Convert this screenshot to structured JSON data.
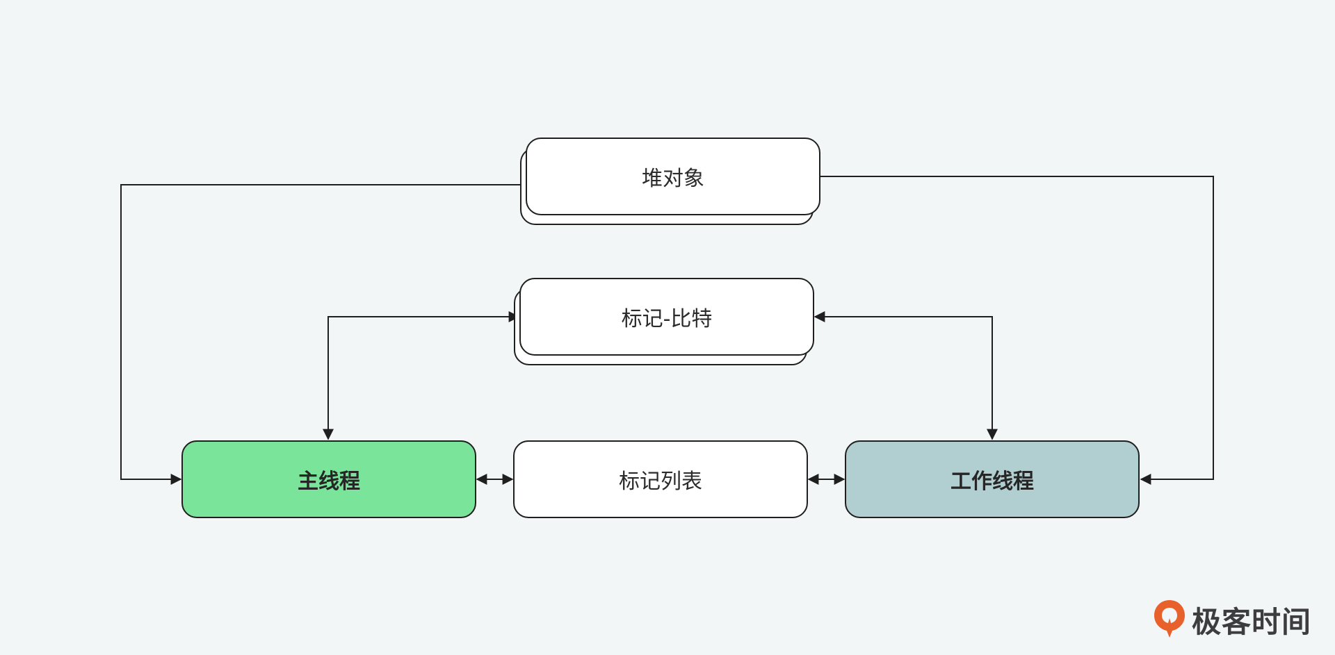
{
  "nodes": {
    "heap_objects": "堆对象",
    "mark_bits": "标记-比特",
    "main_thread": "主线程",
    "mark_list": "标记列表",
    "worker_thread": "工作线程"
  },
  "colors": {
    "main_thread_fill": "#7ae49a",
    "worker_thread_fill": "#b1cfd0",
    "default_fill": "#ffffff",
    "stroke": "#1f1f1f",
    "background": "#f2f6f7",
    "brand_orange": "#e8602c"
  },
  "brand": {
    "logo_icon": "geektime-logo-icon",
    "name": "极客时间"
  }
}
